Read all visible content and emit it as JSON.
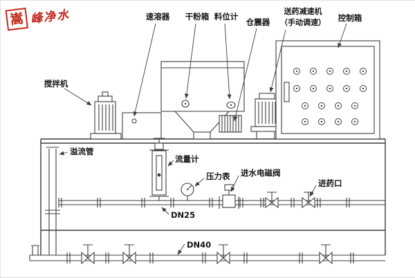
{
  "stamp": {
    "seal_char": "嵩",
    "brand_text": "峰净水"
  },
  "labels": {
    "mixer": "搅拌机",
    "quick_dissolver": "速溶器",
    "dry_powder_box": "干粉箱",
    "level_gauge": "料位计",
    "bin_vibrator": "仓震器",
    "feed_reducer": "送药减速机",
    "feed_reducer_note": "（手动调速）",
    "control_box": "控制箱",
    "overflow_pipe": "溢流管",
    "flow_meter": "流量计",
    "pressure_gauge": "压力表",
    "inlet_solenoid_valve": "进水电磁阀",
    "chemical_inlet": "进药口",
    "main_pipe_size": "DN25",
    "bottom_pipe_size": "DN40"
  },
  "colors": {
    "line": "#3c3c3c",
    "label": "#141414",
    "stamp": "#c4271a",
    "background": "#ffffff"
  }
}
